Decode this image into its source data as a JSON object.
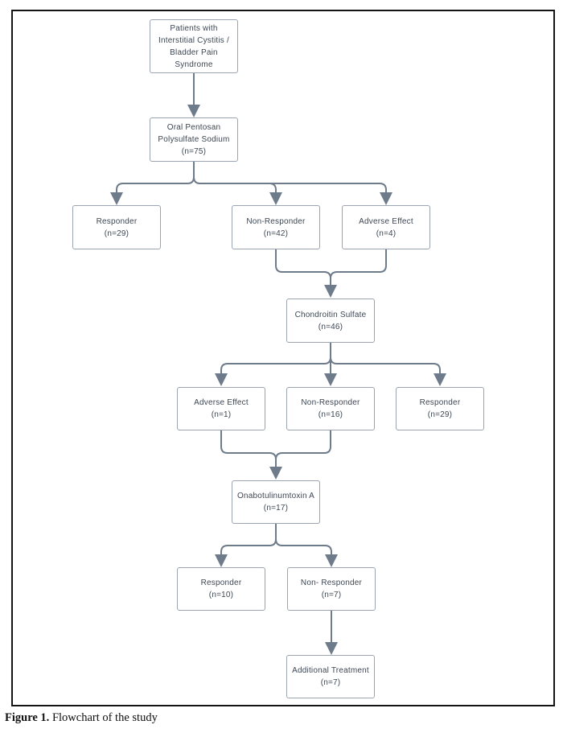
{
  "figure": {
    "caption": {
      "label": "Figure 1.",
      "text": "Flowchart of the study"
    }
  },
  "colors": {
    "connector": "#6e7b8a",
    "box-border": "#9aa5b1",
    "box-text": "#3d4753",
    "frame-border": "#141414"
  },
  "flowchart": {
    "nodes": [
      {
        "id": "patients",
        "title": "Patients with\nInterstitial Cystitis /\nBladder Pain\nSyndrome",
        "count": ""
      },
      {
        "id": "pentosan",
        "title": "Oral Pentosan\nPolysulfate Sodium",
        "count": "(n=75)"
      },
      {
        "id": "responder-1",
        "title": "Responder",
        "count": "(n=29)"
      },
      {
        "id": "non-responder-1",
        "title": "Non-Responder",
        "count": "(n=42)"
      },
      {
        "id": "adverse-effect-1",
        "title": "Adverse Effect",
        "count": "(n=4)"
      },
      {
        "id": "chondroitin",
        "title": "Chondroitin Sulfate",
        "count": "(n=46)"
      },
      {
        "id": "adverse-effect-2",
        "title": "Adverse Effect",
        "count": "(n=1)"
      },
      {
        "id": "non-responder-2",
        "title": "Non-Responder",
        "count": "(n=16)"
      },
      {
        "id": "responder-2",
        "title": "Responder",
        "count": "(n=29)"
      },
      {
        "id": "onabotulinumtoxin",
        "title": "Onabotulinumtoxin A",
        "count": "(n=17)"
      },
      {
        "id": "responder-3",
        "title": "Responder",
        "count": "(n=10)"
      },
      {
        "id": "non-responder-3",
        "title": "Non- Responder",
        "count": "(n=7)"
      },
      {
        "id": "additional-treatment",
        "title": "Additional Treatment",
        "count": "(n=7)"
      }
    ],
    "edges": [
      {
        "from": "patients",
        "to": "pentosan"
      },
      {
        "from": "pentosan",
        "to": "responder-1"
      },
      {
        "from": "pentosan",
        "to": "non-responder-1"
      },
      {
        "from": "pentosan",
        "to": "adverse-effect-1"
      },
      {
        "from": "non-responder-1",
        "to": "chondroitin"
      },
      {
        "from": "adverse-effect-1",
        "to": "chondroitin"
      },
      {
        "from": "chondroitin",
        "to": "adverse-effect-2"
      },
      {
        "from": "chondroitin",
        "to": "non-responder-2"
      },
      {
        "from": "chondroitin",
        "to": "responder-2"
      },
      {
        "from": "adverse-effect-2",
        "to": "onabotulinumtoxin"
      },
      {
        "from": "non-responder-2",
        "to": "onabotulinumtoxin"
      },
      {
        "from": "onabotulinumtoxin",
        "to": "responder-3"
      },
      {
        "from": "onabotulinumtoxin",
        "to": "non-responder-3"
      },
      {
        "from": "non-responder-3",
        "to": "additional-treatment"
      }
    ]
  }
}
